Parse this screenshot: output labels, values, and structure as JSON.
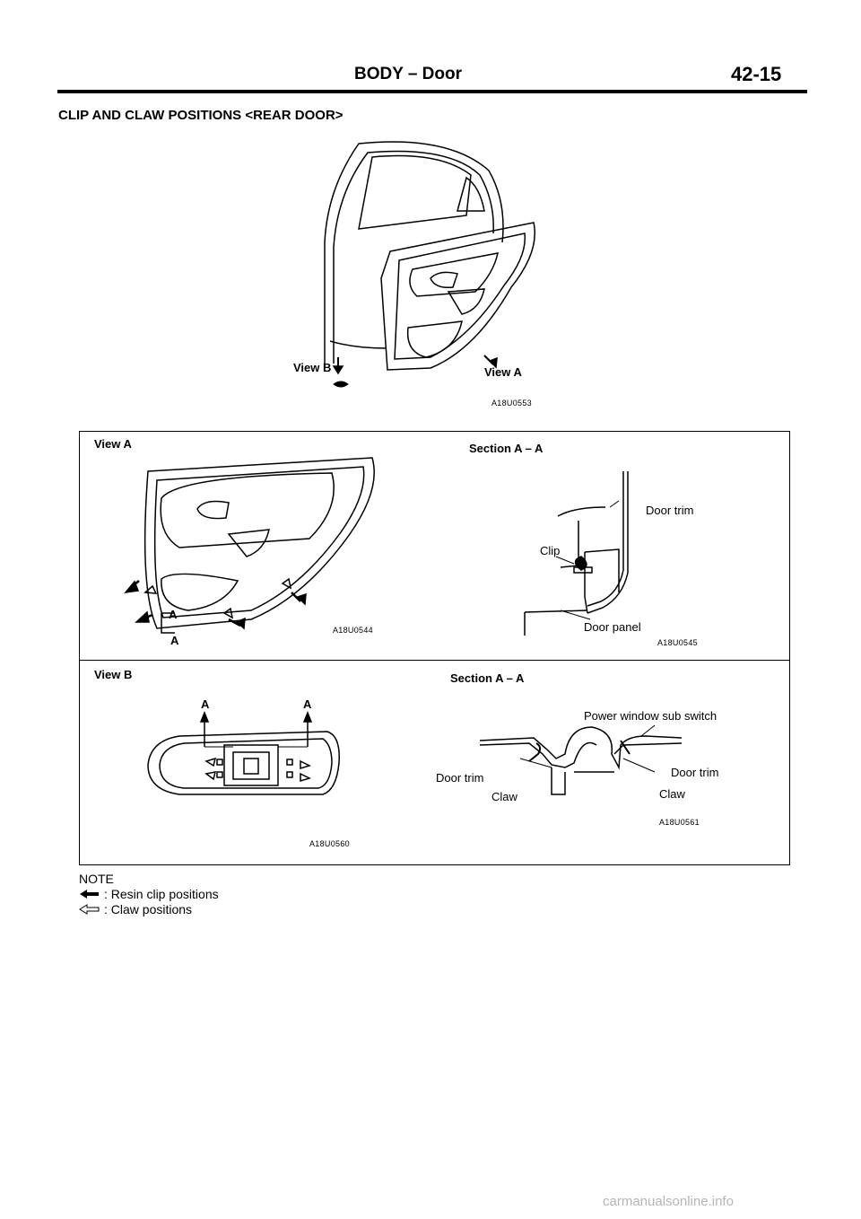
{
  "header": {
    "section": "BODY – Door",
    "page_number": "42-15"
  },
  "title": "CLIP AND CLAW POSITIONS <REAR DOOR>",
  "top_figure": {
    "view_b_label": "View B",
    "view_a_label": "View A",
    "code": "A18U0553"
  },
  "panel_view_a": {
    "label": "View A",
    "section_marks": [
      "A",
      "A"
    ],
    "code": "A18U0544"
  },
  "panel_section_a1": {
    "label": "Section A – A",
    "callouts": {
      "door_trim": "Door trim",
      "clip": "Clip",
      "door_panel": "Door panel"
    },
    "code": "A18U0545"
  },
  "panel_view_b": {
    "label": "View B",
    "section_marks": [
      "A",
      "A"
    ],
    "code": "A18U0560"
  },
  "panel_section_a2": {
    "label": "Section A – A",
    "callouts": {
      "power_window_sub_switch": "Power window sub switch",
      "door_trim_left": "Door trim",
      "door_trim_right": "Door trim",
      "claw_left": "Claw",
      "claw_right": "Claw"
    },
    "code": "A18U0561"
  },
  "note": {
    "heading": "NOTE",
    "items": [
      {
        "symbol": "resin-clip-arrow",
        "text": ": Resin clip positions"
      },
      {
        "symbol": "claw-outline-arrow",
        "text": ": Claw positions"
      }
    ]
  },
  "watermark": "carmanualsonline.info"
}
